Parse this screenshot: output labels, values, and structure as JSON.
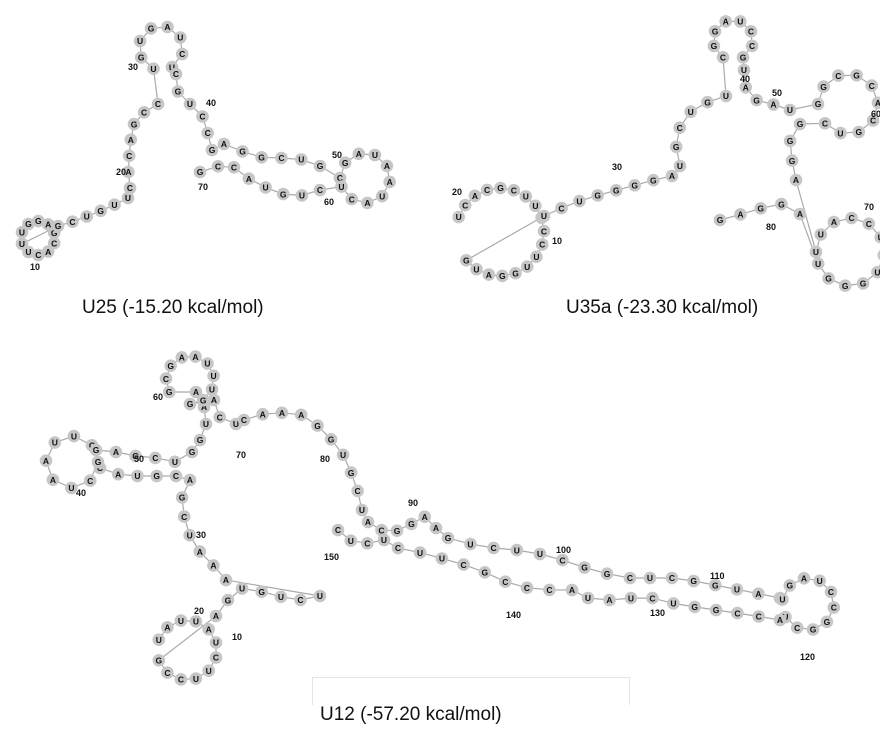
{
  "captions": {
    "u25": "U25 (-15.20 kcal/mol)",
    "u35a": "U35a (-23.30 kcal/mol)",
    "u12": "U12 (-57.20 kcal/mol)"
  },
  "colors": {
    "nucleotide_fill": "#c6c6c6",
    "backbone": "#aaaaaa",
    "text": "#111111"
  },
  "structures": {
    "u25": {
      "sequence": "UGGAGCACUUGCUGUUCACAGCCUGUGAUCUCGUCCGAGGCUGCGAUAAUACUCUGUACCGAGCA",
      "position_labels": [
        "10",
        "20",
        "30",
        "40",
        "50",
        "60",
        "70"
      ]
    },
    "u35a": {
      "sequence": "UCACGCUUUCCUUGGAUGUCUGGGGAUGCUGUCGGAUCCGUAGAUGGCGCACGUCGGGAUUACCUGUGGGUAGGAGUCCUUCAGGA",
      "position_labels": [
        "10",
        "20",
        "30",
        "40",
        "50",
        "60",
        "70",
        "80"
      ]
    },
    "u12": {
      "sequence": "UAUUAUCUUCCGAGUGUCUAAAUCGACGUACGCUAAUUCGAGCUGGUAAGCGAAUUUGGACUCAAAGGUGCUACGGAAGUCUUCGGCUCGGUAGUGAUCCGGCUACCGGUCUAUACCCGCUUCUCUCCGGUCCGAGGUUCGGCGCUA",
      "position_labels": [
        "10",
        "20",
        "30",
        "40",
        "50",
        "60",
        "70",
        "80",
        "90",
        "100",
        "110",
        "120",
        "130",
        "140",
        "150"
      ]
    }
  }
}
